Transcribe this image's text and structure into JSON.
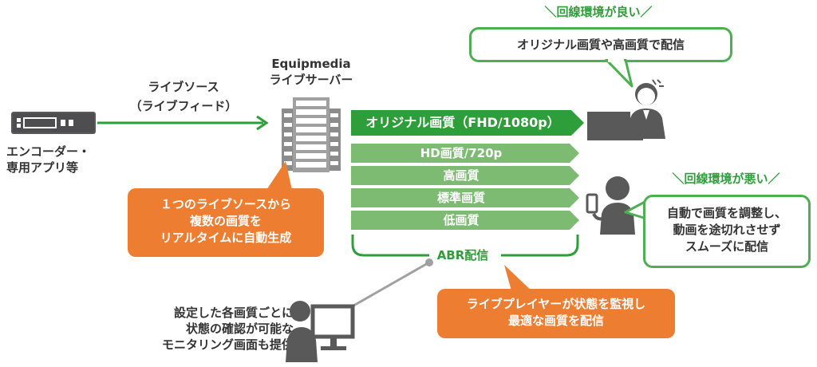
{
  "source": {
    "device_label": [
      "エンコーダー・",
      "専用アプリ等"
    ],
    "arrow_label": [
      "ライブソース",
      "（ライブフィード）"
    ]
  },
  "server": {
    "label": [
      "Equipmedia",
      "ライブサーバー"
    ]
  },
  "callout_server": [
    "１つのライブソースから",
    "複数の画質を",
    "リアルタイムに自動生成"
  ],
  "bands": [
    "オリジナル画質（FHD/1080p）",
    "HD画質/720p",
    "高画質",
    "標準画質",
    "低画質"
  ],
  "abr_label": "ABR配信",
  "good_line": {
    "title": "＼回線環境が良い／",
    "message": "オリジナル画質や高画質で配信"
  },
  "bad_line": {
    "title": "＼回線環境が悪い／",
    "message": [
      "自動で画質を調整し、",
      "動画を途切れさせず",
      "スムーズに配信"
    ]
  },
  "monitor_text": [
    "設定した各画質ごとに",
    "状態の確認が可能な",
    "モニタリング画面も提供"
  ],
  "callout_player": [
    "ライブプレイヤーが状態を監視し",
    "最適な画質を配信"
  ],
  "colors": {
    "dark_green": "#2e9e3a",
    "light_green": "#7dbb73",
    "orange": "#ed7d31",
    "gray": "#59595a",
    "border_green": "#4caf50"
  }
}
